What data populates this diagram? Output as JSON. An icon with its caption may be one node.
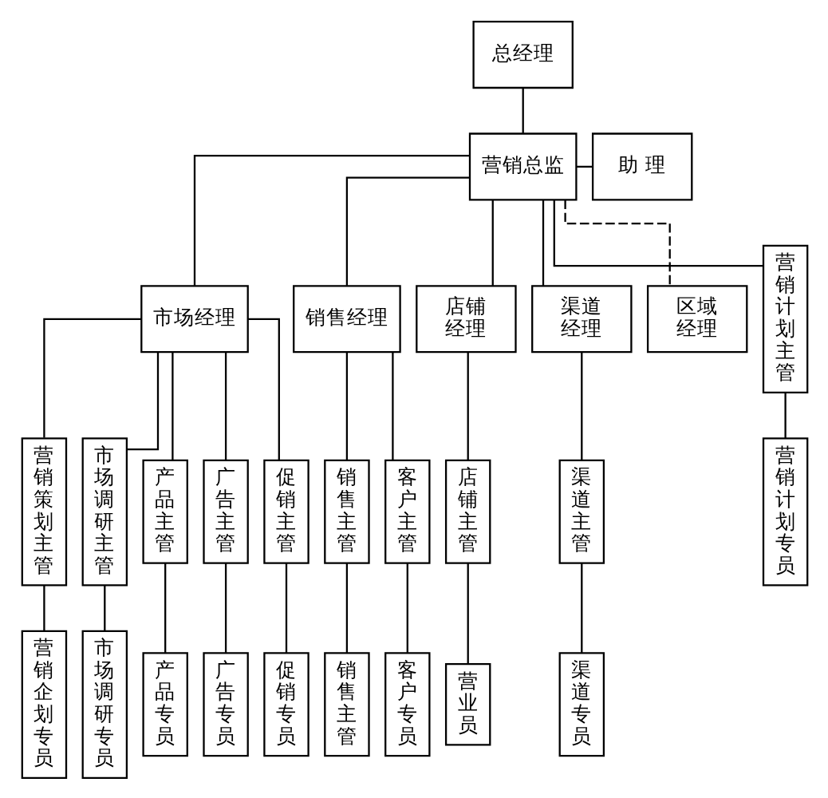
{
  "diagram": {
    "nodes": [
      {
        "text": [
          "总经理"
        ]
      },
      {
        "text": [
          "营销总监"
        ]
      },
      {
        "text": [
          "助 理"
        ]
      },
      {
        "text": [
          "市场经理"
        ]
      },
      {
        "text": [
          "销售经理"
        ]
      },
      {
        "text": [
          "店铺经理"
        ]
      },
      {
        "text": [
          "渠道经理"
        ]
      },
      {
        "text": [
          "区域经理"
        ]
      },
      {
        "text": [
          "营销策划主管"
        ]
      },
      {
        "text": [
          "市场调研主管"
        ]
      },
      {
        "text": [
          "产品主管"
        ]
      },
      {
        "text": [
          "广告主管"
        ]
      },
      {
        "text": [
          "促销主管"
        ]
      },
      {
        "text": [
          "销售主管"
        ]
      },
      {
        "text": [
          "客户主管"
        ]
      },
      {
        "text": [
          "店铺主管"
        ]
      },
      {
        "text": [
          "渠道主管"
        ]
      },
      {
        "text": [
          "营销计划主管"
        ]
      },
      {
        "text": [
          "营销企划专员"
        ]
      },
      {
        "text": [
          "市场调研专员"
        ]
      },
      {
        "text": [
          "产品专员"
        ]
      },
      {
        "text": [
          "广告专员"
        ]
      },
      {
        "text": [
          "促销专员"
        ]
      },
      {
        "text": [
          "销售主管"
        ]
      },
      {
        "text": [
          "客户专员"
        ]
      },
      {
        "text": [
          "营业员"
        ]
      },
      {
        "text": [
          "渠道专员"
        ]
      },
      {
        "text": [
          "营销计划专员"
        ]
      }
    ],
    "edges": [
      {
        "from": 0,
        "to": 1,
        "arrow": "none"
      },
      {
        "from": 1,
        "to": 2,
        "arrow": "none"
      },
      {
        "from": 1,
        "to": 3,
        "arrow": "none"
      },
      {
        "from": 1,
        "to": 4,
        "arrow": "none"
      },
      {
        "from": 1,
        "to": 5,
        "arrow": "none"
      },
      {
        "from": 1,
        "to": 6,
        "arrow": "none"
      },
      {
        "from": 1,
        "to": 17,
        "arrow": "none"
      },
      {
        "from": 1,
        "to": 7,
        "arrow": "none",
        "style": "dashed"
      },
      {
        "from": 3,
        "to": 8,
        "arrow": "none"
      },
      {
        "from": 3,
        "to": 9,
        "arrow": "none"
      },
      {
        "from": 3,
        "to": 10,
        "arrow": "none"
      },
      {
        "from": 3,
        "to": 11,
        "arrow": "none"
      },
      {
        "from": 3,
        "to": 12,
        "arrow": "none"
      },
      {
        "from": 4,
        "to": 13,
        "arrow": "none"
      },
      {
        "from": 4,
        "to": 14,
        "arrow": "none"
      },
      {
        "from": 5,
        "to": 15,
        "arrow": "none"
      },
      {
        "from": 6,
        "to": 16,
        "arrow": "none"
      },
      {
        "from": 8,
        "to": 18,
        "arrow": "none"
      },
      {
        "from": 9,
        "to": 19,
        "arrow": "none"
      },
      {
        "from": 10,
        "to": 20,
        "arrow": "none"
      },
      {
        "from": 11,
        "to": 21,
        "arrow": "none"
      },
      {
        "from": 12,
        "to": 22,
        "arrow": "none"
      },
      {
        "from": 13,
        "to": 23,
        "arrow": "none"
      },
      {
        "from": 14,
        "to": 24,
        "arrow": "none"
      },
      {
        "from": 15,
        "to": 25,
        "arrow": "none"
      },
      {
        "from": 16,
        "to": 26,
        "arrow": "none"
      },
      {
        "from": 17,
        "to": 27,
        "arrow": "none"
      }
    ]
  }
}
